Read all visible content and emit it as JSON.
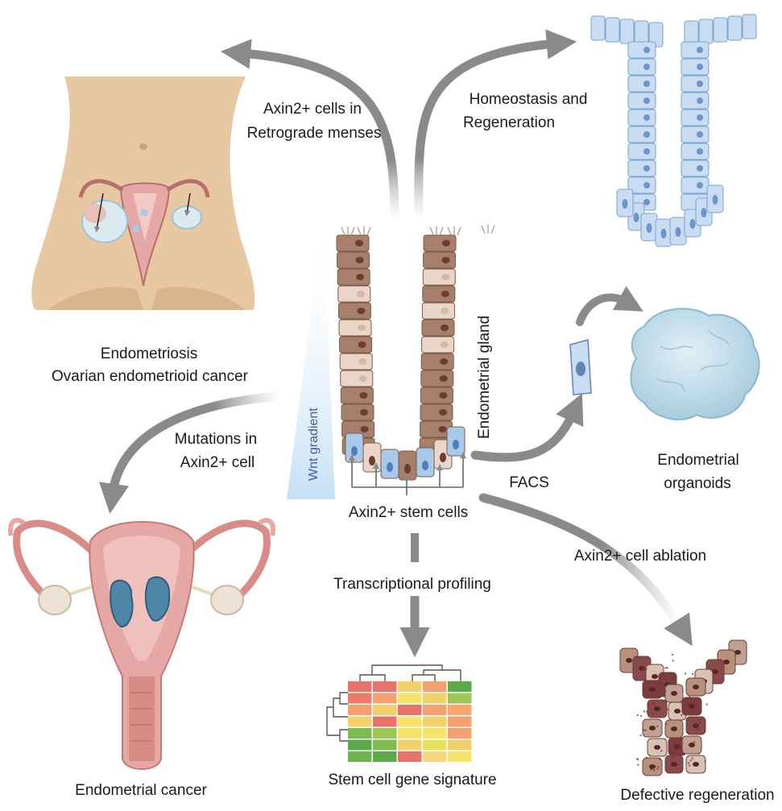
{
  "labels": {
    "retrograde_line1": "Axin2+ cells in",
    "retrograde_line2": "Retrograde menses",
    "homeostasis_line1": "Homeostasis and",
    "homeostasis_line2": "Regeneration",
    "endometriosis_line1": "Endometriosis",
    "endometriosis_line2": "Ovarian endometrioid cancer",
    "mutations_line1": "Mutations in",
    "mutations_line2": "Axin2+ cell",
    "wnt_gradient": "Wnt gradient",
    "endometrial_gland": "Endometrial gland",
    "facs": "FACS",
    "organoids_line1": "Endometrial",
    "organoids_line2": "organoids",
    "stem_cells": "Axin2+ stem cells",
    "ablation": "Axin2+ cell  ablation",
    "transcriptional": "Transcriptional profiling",
    "endometrial_cancer": "Endometrial cancer",
    "gene_signature": "Stem cell gene signature",
    "defective_regeneration": "Defective regeneration"
  },
  "heatmap": {
    "rows": 7,
    "cols": 5,
    "cells": [
      [
        "#e8736b",
        "#e8736b",
        "#f2d06b",
        "#f4a070",
        "#5bab4a"
      ],
      [
        "#f07a6a",
        "#f4a070",
        "#f5e36a",
        "#f2d06b",
        "#9cc755"
      ],
      [
        "#f4a070",
        "#f2d06b",
        "#e8736b",
        "#f4a070",
        "#f7a76d"
      ],
      [
        "#f2d06b",
        "#e8736b",
        "#f5e36a",
        "#f2d06b",
        "#f4a070"
      ],
      [
        "#7dbb52",
        "#9cc755",
        "#f5e36a",
        "#f5e36a",
        "#f4a070"
      ],
      [
        "#5bab4a",
        "#7dbb52",
        "#f2d06b",
        "#e8e15a",
        "#f2d06b"
      ],
      [
        "#6db34e",
        "#5bab4a",
        "#e8736b",
        "#f7d77a",
        "#f5e36a"
      ]
    ]
  },
  "colors": {
    "arrow": "#8a8a8a",
    "gland_brown": "#a6806a",
    "gland_light": "#e9d6c8",
    "stem_blue": "#a9c9e8",
    "regen_blue": "#c9dcf2",
    "wnt_blue": "#cfe6f5",
    "uterus_pink": "#e6a8a4",
    "tumor_blue": "#4d86a8",
    "skin": "#e8c8a3",
    "organoid": "#c3dde9"
  }
}
